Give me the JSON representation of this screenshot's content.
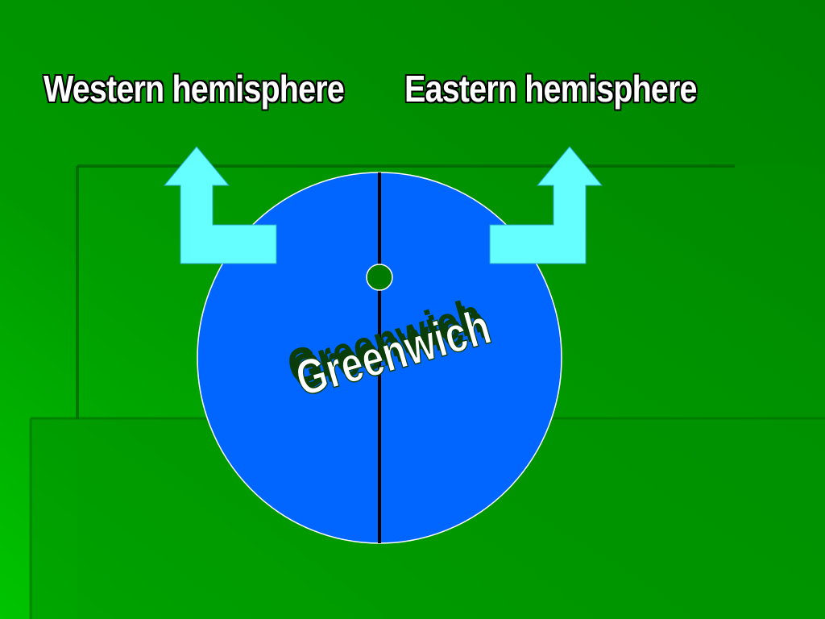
{
  "labels": {
    "western": "Western hemisphere",
    "eastern": "Eastern hemisphere",
    "meridian": "Greenwich"
  },
  "colors": {
    "background": "#008a00",
    "background_light": "#00c000",
    "globe": "#0066ff",
    "arrow": "#66ffff",
    "meridian_line": "#000000",
    "center_dot": "#007a00",
    "label_text": "#ffffff",
    "meridian_text_shadow": "#0b3d0b"
  },
  "icons": {
    "west_arrow": "arrow-up-left-turn-icon",
    "east_arrow": "arrow-up-right-turn-icon"
  }
}
